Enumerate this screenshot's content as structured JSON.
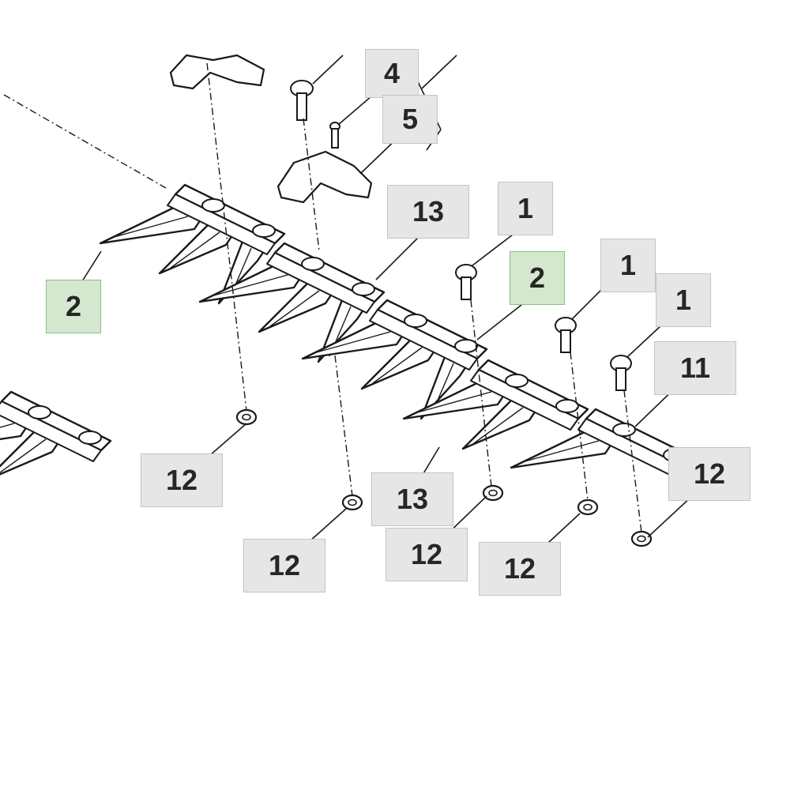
{
  "diagram": {
    "highlight_color": "#d4e8cf",
    "label_color": "#e6e6e6",
    "callouts": [
      {
        "id": "c-4",
        "text": "4",
        "highlight": false
      },
      {
        "id": "c-5",
        "text": "5",
        "highlight": false
      },
      {
        "id": "c-13a",
        "text": "13",
        "highlight": false
      },
      {
        "id": "c-1a",
        "text": "1",
        "highlight": false
      },
      {
        "id": "c-2a",
        "text": "2",
        "highlight": true
      },
      {
        "id": "c-2b",
        "text": "2",
        "highlight": true
      },
      {
        "id": "c-1b",
        "text": "1",
        "highlight": false
      },
      {
        "id": "c-1c",
        "text": "1",
        "highlight": false
      },
      {
        "id": "c-11",
        "text": "11",
        "highlight": false
      },
      {
        "id": "c-12a",
        "text": "12",
        "highlight": false
      },
      {
        "id": "c-12b",
        "text": "12",
        "highlight": false
      },
      {
        "id": "c-13b",
        "text": "13",
        "highlight": false
      },
      {
        "id": "c-12c",
        "text": "12",
        "highlight": false
      },
      {
        "id": "c-12d",
        "text": "12",
        "highlight": false
      },
      {
        "id": "c-12e",
        "text": "12",
        "highlight": false
      }
    ]
  }
}
